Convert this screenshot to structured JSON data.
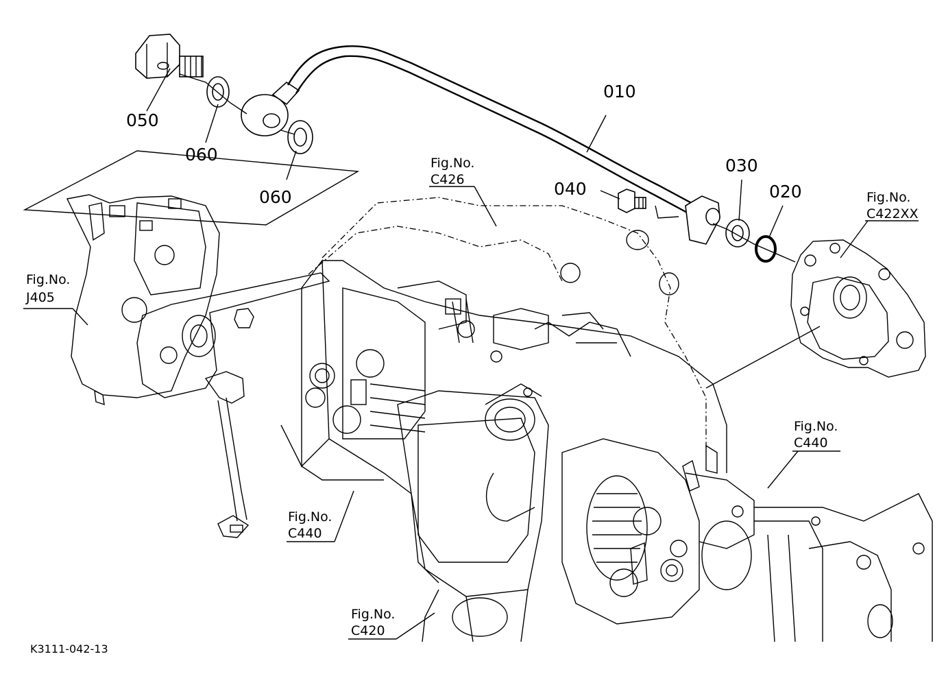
{
  "parts": [
    {
      "id": "p010",
      "label": "010"
    },
    {
      "id": "p020",
      "label": "020"
    },
    {
      "id": "p030",
      "label": "030"
    },
    {
      "id": "p040",
      "label": "040"
    },
    {
      "id": "p050",
      "label": "050"
    },
    {
      "id": "p060a",
      "label": "060"
    },
    {
      "id": "p060b",
      "label": "060"
    }
  ],
  "figure_refs": [
    {
      "id": "c426",
      "prefix": "Fig.No.",
      "code": "C426"
    },
    {
      "id": "c422xx",
      "prefix": "Fig.No.",
      "code": "C422XX"
    },
    {
      "id": "j405",
      "prefix": "Fig.No.",
      "code": "J405"
    },
    {
      "id": "c440r",
      "prefix": "Fig.No.",
      "code": "C440"
    },
    {
      "id": "c440l",
      "prefix": "Fig.No.",
      "code": "C440"
    },
    {
      "id": "c420",
      "prefix": "Fig.No.",
      "code": "C420"
    }
  ],
  "drawing_code": "K3111-042-13"
}
